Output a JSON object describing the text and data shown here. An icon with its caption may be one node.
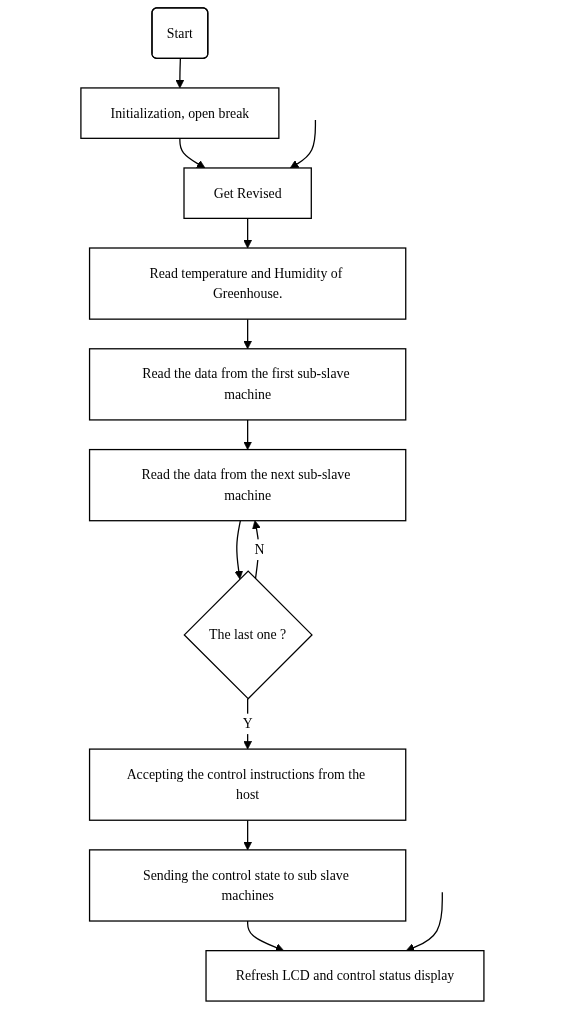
{
  "diagram": {
    "nodes": [
      {
        "text": [
          "Start"
        ]
      },
      {
        "text": [
          "Initialization, open break"
        ]
      },
      {
        "text": [
          "Get Revised"
        ]
      },
      {
        "text": [
          "Read temperature and Humidity of Greenhouse."
        ]
      },
      {
        "text": [
          "Read the data from the first sub-slave machine"
        ]
      },
      {
        "text": [
          "Read the data from the next sub-slave machine"
        ]
      },
      {
        "text": [
          "The last one ?"
        ]
      },
      {
        "text": [
          "Accepting the control instructions from the host"
        ]
      },
      {
        "text": [
          "Sending the control state to sub slave machines"
        ]
      },
      {
        "text": [
          "Refresh LCD and control status display"
        ]
      }
    ],
    "edges": [
      {
        "from": 0,
        "to": 1,
        "arrow": "to"
      },
      {
        "from": 1,
        "to": 2,
        "arrow": "to"
      },
      {
        "from": null,
        "to": 2,
        "arrow": "to"
      },
      {
        "from": 2,
        "to": 3,
        "arrow": "to"
      },
      {
        "from": 3,
        "to": 4,
        "arrow": "to"
      },
      {
        "from": 4,
        "to": 5,
        "arrow": "to"
      },
      {
        "from": 5,
        "to": 6,
        "arrow": "to"
      },
      {
        "from": 6,
        "to": 5,
        "label": "N",
        "arrow": "to"
      },
      {
        "from": 6,
        "to": 7,
        "label": "Y",
        "arrow": "to"
      },
      {
        "from": 7,
        "to": 8,
        "arrow": "to"
      },
      {
        "from": 8,
        "to": 9,
        "arrow": "to"
      },
      {
        "from": null,
        "to": 9,
        "arrow": "to"
      }
    ]
  }
}
